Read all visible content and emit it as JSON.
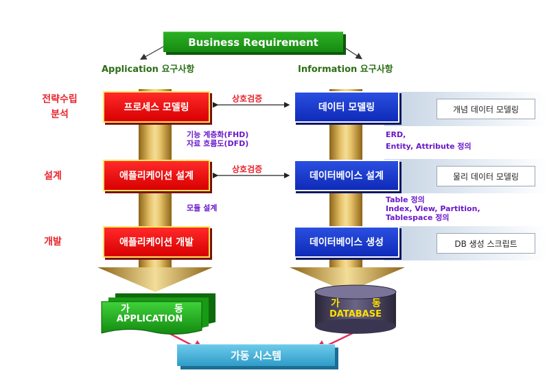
{
  "top": {
    "business_requirement": "Business Requirement"
  },
  "columns": {
    "application_header": "Application 요구사항",
    "information_header": "Information 요구사항"
  },
  "stages": {
    "analysis_line1": "전략수립",
    "analysis_line2": "분석",
    "design": "설계",
    "development": "개발"
  },
  "app_boxes": {
    "process_modeling": "프로세스 모델링",
    "app_design": "애플리케이션 설계",
    "app_development": "애플리케이션 개발"
  },
  "data_boxes": {
    "data_modeling": "데이터 모델링",
    "db_design": "데이터베이스 설계",
    "db_creation": "데이터베이스 생성"
  },
  "side_labels": {
    "conceptual": "개념 데이터 모델링",
    "physical": "물리 데이터 모델링",
    "db_script": "DB 생성 스크립트"
  },
  "cross_check": {
    "first": "상호검증",
    "second": "상호검증"
  },
  "app_notes": {
    "fhd": "기능 계층화(FHD)",
    "dfd": "자료 흐름도(DFD)",
    "module_design": "모듈 설계"
  },
  "data_notes": {
    "erd_line1": "ERD,",
    "erd_line2": "Entity, Attribute 정의",
    "table_line1": "Table 정의",
    "table_line2": "Index, View, Partition,",
    "table_line3": "Tablespace 정의"
  },
  "outputs": {
    "app_op_left": "가",
    "app_op_right": "동",
    "application": "APPLICATION",
    "db_op_left": "가",
    "db_op_right": "동",
    "database": "DATABASE"
  },
  "bottom": {
    "operational_system": "가동 시스템"
  },
  "colors": {
    "stage_red": "#e8242c",
    "note_purple": "#6a18c8",
    "header_green": "#2c6e14",
    "app_box_red": "#e00000",
    "data_box_blue": "#1a36c8",
    "business_green": "#1f9a18",
    "system_cyan": "#4fb4dc"
  }
}
